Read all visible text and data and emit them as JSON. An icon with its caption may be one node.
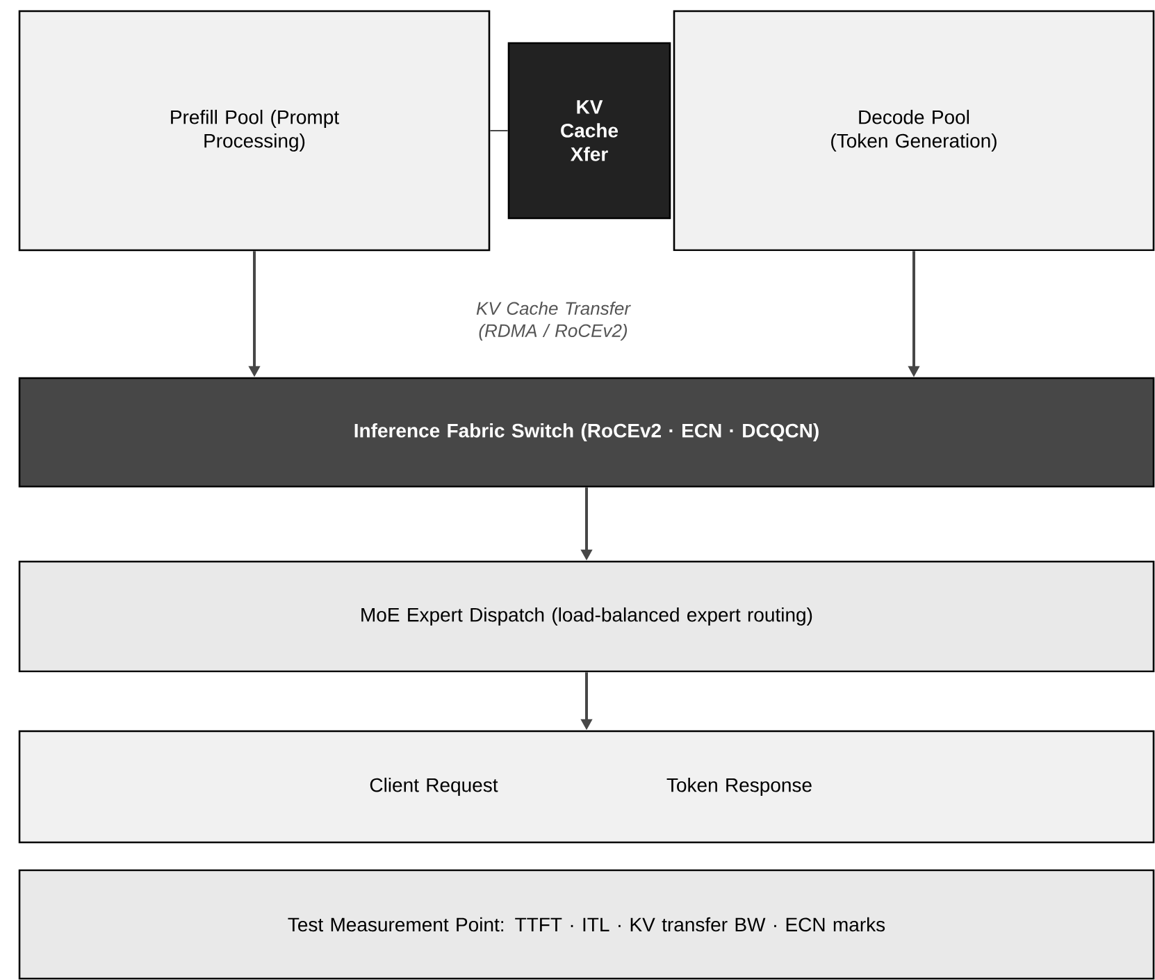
{
  "diagram": {
    "nodes": [
      {
        "text": [
          "Prefill Pool (Prompt Processing)"
        ]
      },
      {
        "text": [
          "KV Cache Xfer"
        ]
      },
      {
        "text": [
          "Decode Pool (Token Generation)"
        ]
      },
      {
        "text": [
          "Inference Fabric Switch  (RoCEv2 · ECN · DCQCN)"
        ]
      },
      {
        "text": [
          "MoE Expert Dispatch  (load-balanced expert routing)"
        ]
      },
      {
        "text": [
          "Client Request",
          "Token Response"
        ]
      },
      {
        "text": [
          "Test Measurement Point:  TTFT · ITL · KV transfer BW · ECN marks"
        ]
      }
    ],
    "edges": [
      {
        "from": 0,
        "to": 1,
        "arrow": "none"
      },
      {
        "from": 0,
        "to": 3,
        "arrow": "to"
      },
      {
        "from": 2,
        "to": 3,
        "arrow": "to"
      },
      {
        "from": 3,
        "to": 4,
        "arrow": "to"
      },
      {
        "from": 4,
        "to": 5,
        "arrow": "to"
      }
    ],
    "labels": [
      "KV Cache Transfer (RDMA / RoCEv2)"
    ]
  }
}
